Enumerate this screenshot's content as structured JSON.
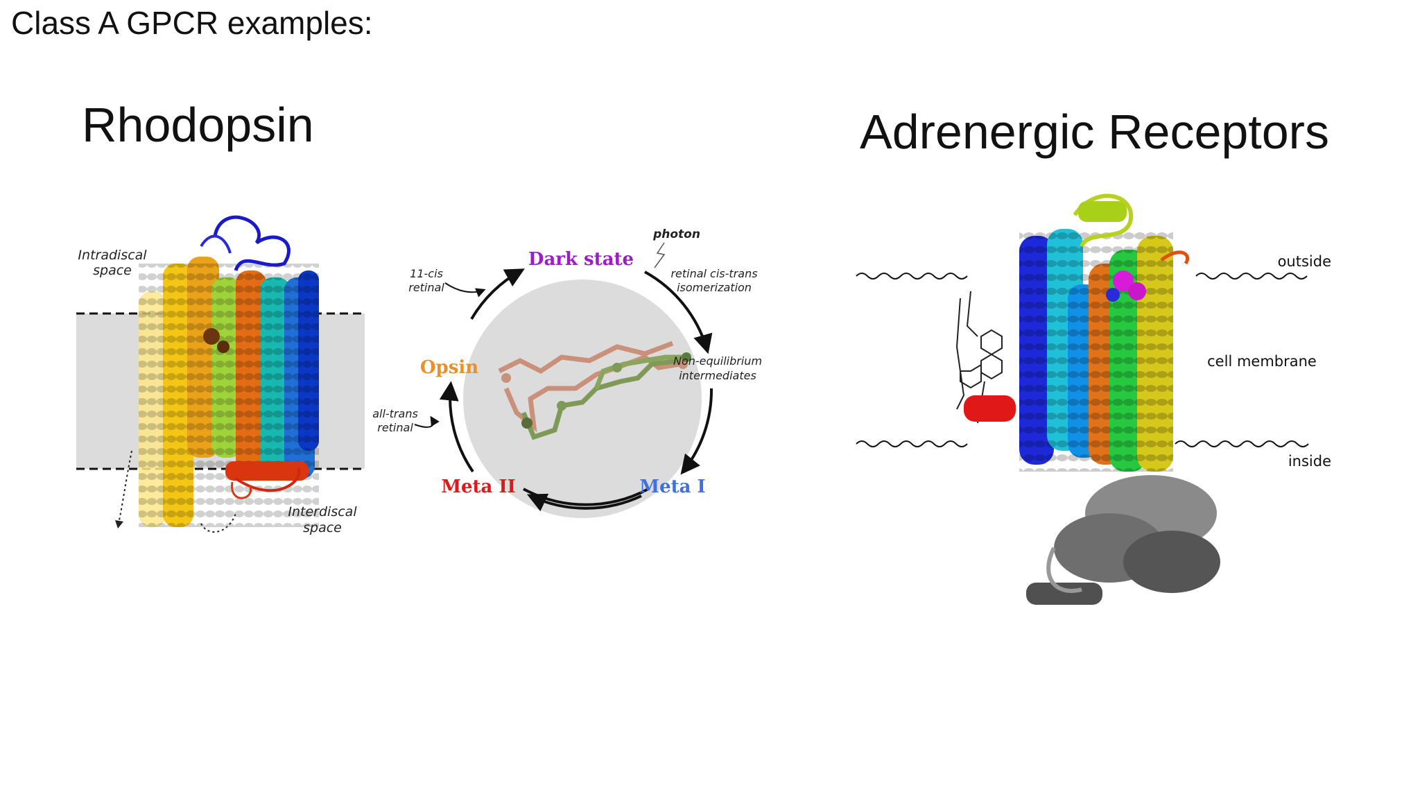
{
  "slide": {
    "title": "Class A GPCR examples:"
  },
  "rhodopsin": {
    "heading": "Rhodopsin",
    "structure_labels": {
      "intradiscal": [
        "Intradiscal",
        "space"
      ],
      "interdiscal": [
        "Interdiscal",
        "space"
      ]
    }
  },
  "photocycle": {
    "states": {
      "dark": "Dark state",
      "meta1": "Meta I",
      "meta2": "Meta II",
      "opsin": "Opsin"
    },
    "annotations": {
      "photon": "photon",
      "isomerization": [
        "retinal cis-trans",
        "isomerization"
      ],
      "cis_retinal": [
        "11-cis",
        "retinal"
      ],
      "nonequilibrium": [
        "Non-equilibrium",
        "intermediates"
      ],
      "trans_retinal": [
        "all-trans",
        "retinal"
      ]
    },
    "colors": {
      "dark": "#9b1fc7",
      "meta1": "#3f6fe0",
      "meta2": "#e01818",
      "opsin": "#e8902a",
      "photon": "#e8b820"
    }
  },
  "adrenergic": {
    "heading": "Adrenergic  Receptors",
    "labels": {
      "outside": "outside",
      "membrane": "cell membrane",
      "inside": "inside"
    }
  }
}
